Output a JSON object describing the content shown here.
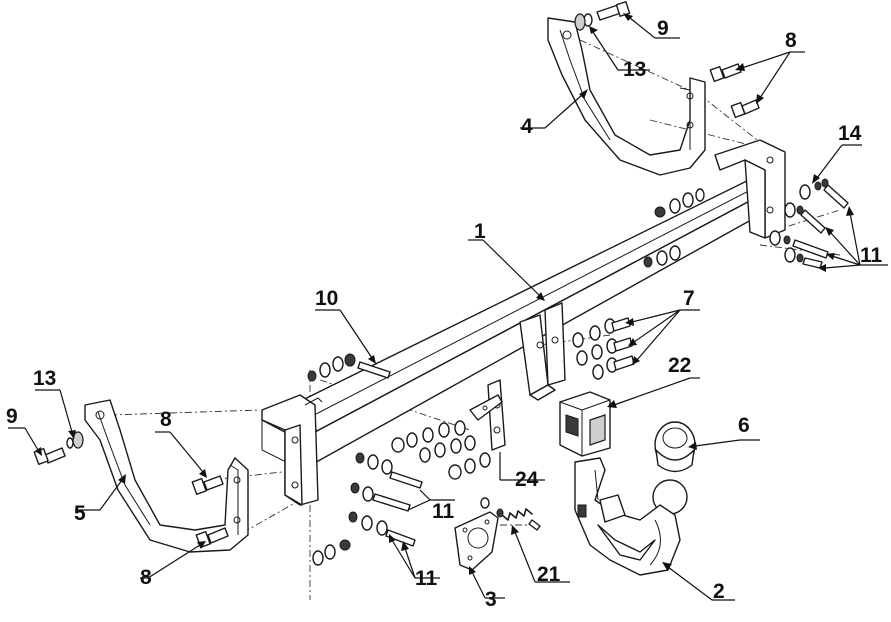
{
  "labels": {
    "l1": "1",
    "l2": "2",
    "l3": "3",
    "l4": "4",
    "l5": "5",
    "l6": "6",
    "l7": "7",
    "l8a": "8",
    "l8b": "8",
    "l8c": "8",
    "l9a": "9",
    "l9b": "9",
    "l10": "10",
    "l11a": "11",
    "l11b": "11",
    "l11c": "11",
    "l13a": "13",
    "l13b": "13",
    "l14": "14",
    "l21": "21",
    "l22": "22",
    "l24": "24"
  }
}
